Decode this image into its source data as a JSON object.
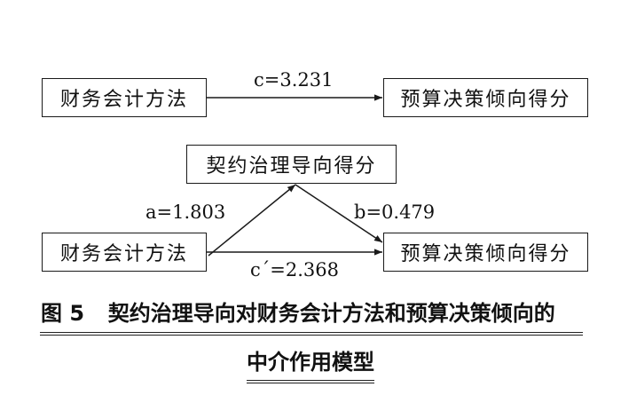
{
  "diagram": {
    "nodes": {
      "x_top": "财务会计方法",
      "y_top": "预算决策倾向得分",
      "mediator": "契约治理导向得分",
      "x_bottom": "财务会计方法",
      "y_bottom": "预算决策倾向得分"
    },
    "edges": {
      "c": "c=3.231",
      "a": "a=1.803",
      "b": "b=0.479",
      "c_prime": "c´=2.368"
    }
  },
  "caption": {
    "label": "图 5",
    "line1": "契约治理导向对财务会计方法和预算决策倾向的",
    "line2": "中介作用模型"
  }
}
